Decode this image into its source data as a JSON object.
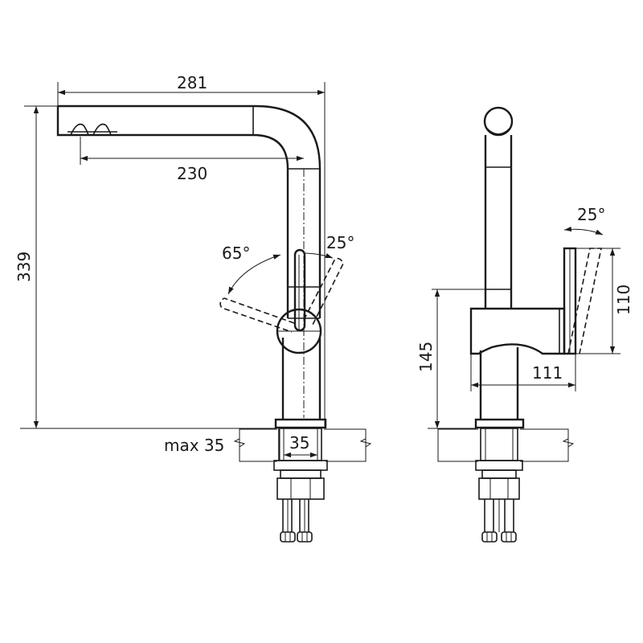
{
  "front_view": {
    "dim_total_reach": "281",
    "dim_spout_reach": "230",
    "dim_total_height": "339",
    "angle_forward": "65°",
    "angle_back": "25°",
    "max_counter_label": "max 35",
    "hole_diameter": "35"
  },
  "side_view": {
    "angle_handle": "25°",
    "dim_handle_height": "110",
    "dim_body_height": "145",
    "dim_body_depth": "111"
  }
}
